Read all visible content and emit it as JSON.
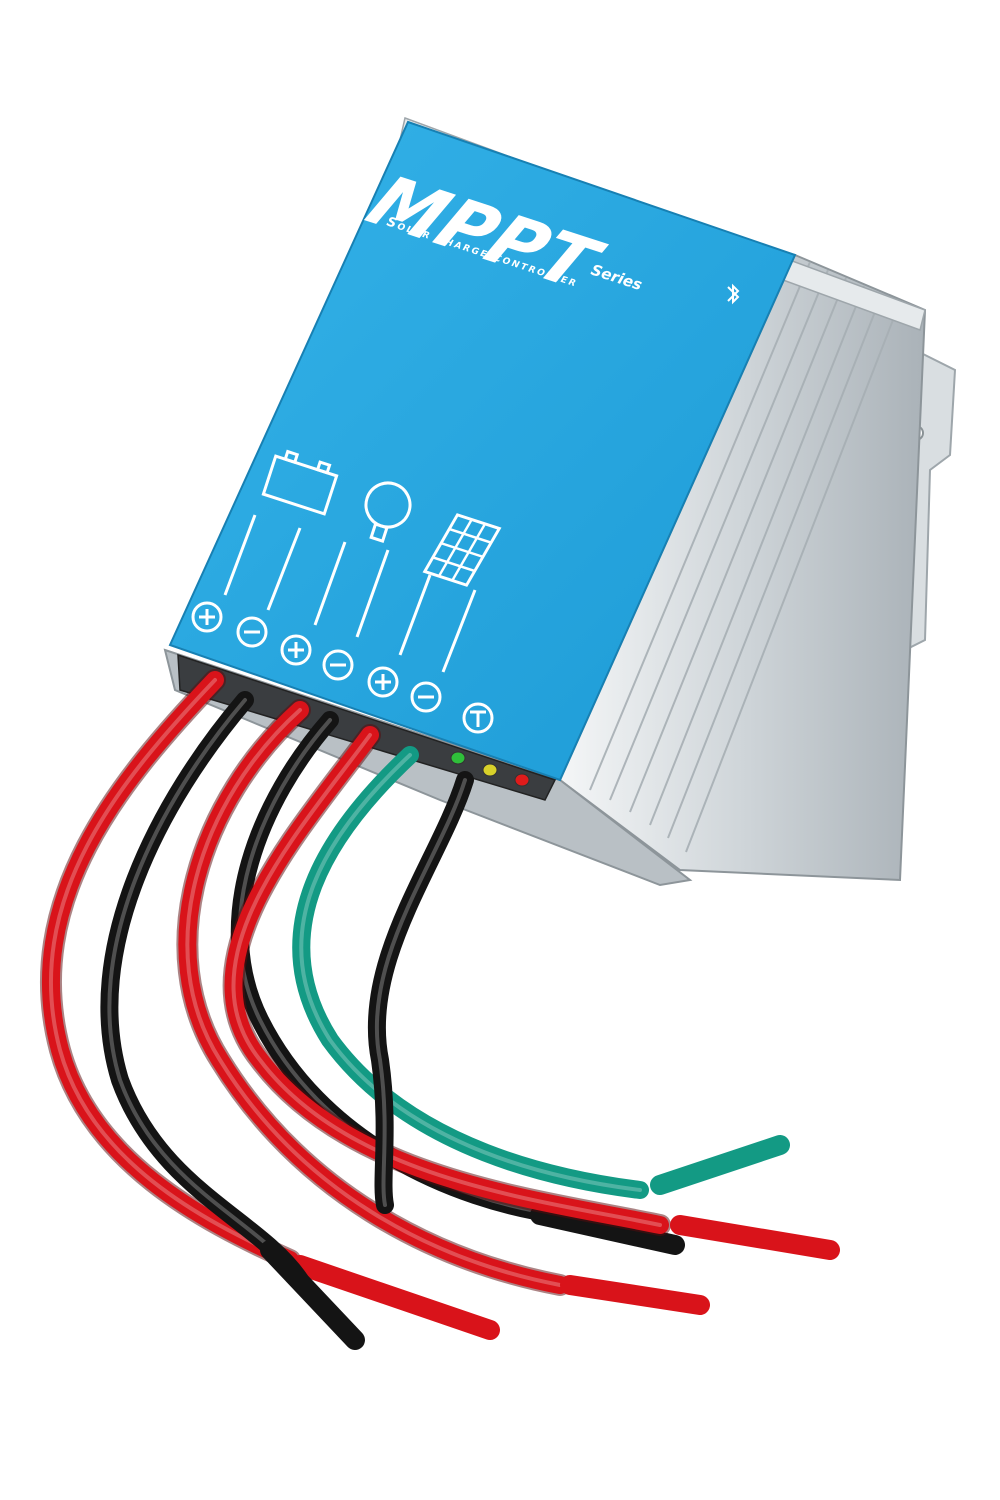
{
  "product": {
    "brand_title": "MPPT",
    "series_label": "Series",
    "subtitle": "Solar charge controller",
    "bluetooth_icon": "bluetooth-icon"
  },
  "colors": {
    "panel_blue": "#2aa7e0",
    "case_silver": "#c9cfd3",
    "wire_red": "#d9131a",
    "wire_black": "#141414",
    "wire_green": "#139a84",
    "background": "#ffffff"
  },
  "terminals": [
    {
      "symbol": "⊕",
      "group": "battery",
      "wire": "red"
    },
    {
      "symbol": "⊖",
      "group": "battery",
      "wire": "black"
    },
    {
      "symbol": "⊕",
      "group": "load",
      "wire": "red"
    },
    {
      "symbol": "⊖",
      "group": "load",
      "wire": "black"
    },
    {
      "symbol": "⊕",
      "group": "solar",
      "wire": "red"
    },
    {
      "symbol": "⊖",
      "group": "solar",
      "wire": "green"
    },
    {
      "symbol": "T",
      "group": "temperature",
      "wire": "black"
    }
  ],
  "icons": [
    "battery-icon",
    "bulb-icon",
    "solar-panel-icon"
  ],
  "leds": [
    "green",
    "yellow",
    "red"
  ]
}
